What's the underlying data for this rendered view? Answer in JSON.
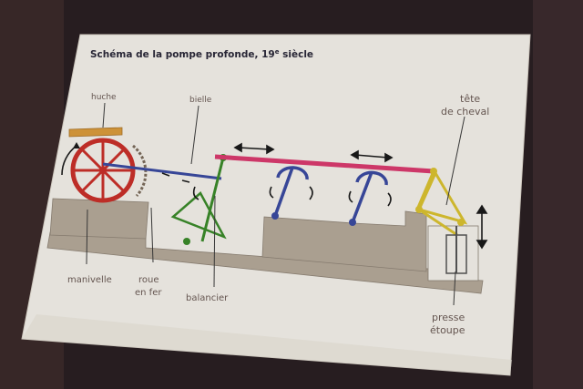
{
  "card": {
    "title": "Schéma de la pompe profonde, 19",
    "title_sup": "e",
    "title_end": " siècle"
  },
  "labels": {
    "huche": "huche",
    "bielle": "bielle",
    "tete_1": "tête",
    "tete_2": "de cheval",
    "manivelle": "manivelle",
    "roue_1": "roue",
    "roue_2": "en fer",
    "balancier": "balancier",
    "presse_1": "presse",
    "presse_2": "étoupe"
  },
  "colors": {
    "background": "#2a1f22",
    "card": "#f2efe8",
    "wheel": "#c8302a",
    "trough": "#d99a3c",
    "rod": "#d83a6e",
    "balancier": "#3a8a2a",
    "pump_arm": "#3a4aa0",
    "horse_head": "#d8c030",
    "ground": "#b4a898",
    "arrows": "#1a1a1a"
  }
}
